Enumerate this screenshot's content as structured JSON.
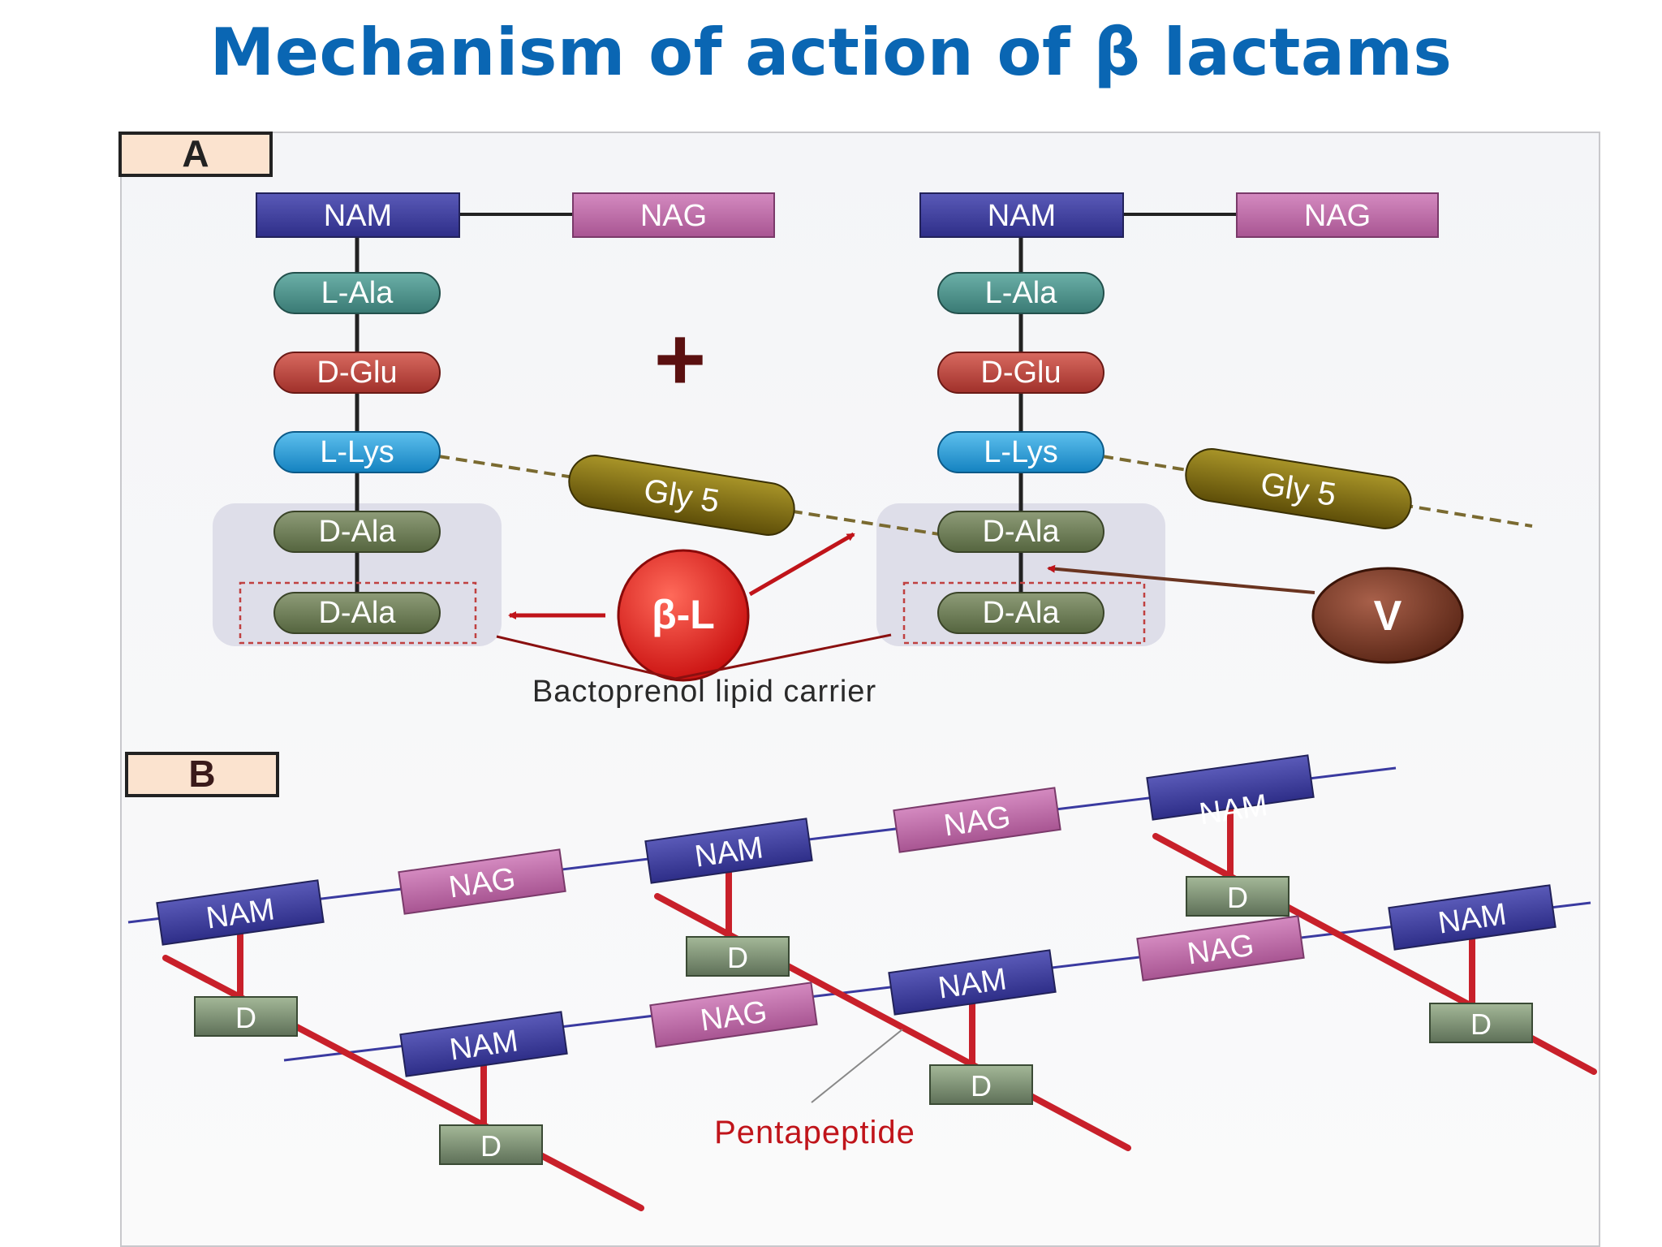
{
  "title": "Mechanism of action of β lactams",
  "panel_a": {
    "label": "A",
    "left_chain": {
      "nam": "NAM",
      "nag": "NAG",
      "residues": [
        "L-Ala",
        "D-Glu",
        "L-Lys",
        "D-Ala",
        "D-Ala"
      ]
    },
    "right_chain": {
      "nam": "NAM",
      "nag": "NAG",
      "residues": [
        "L-Ala",
        "D-Glu",
        "L-Lys",
        "D-Ala",
        "D-Ala"
      ]
    },
    "plus": "+",
    "gly_left": "Gly 5",
    "gly_right": "Gly 5",
    "beta_lactam": "β-L",
    "vancomycin": "V",
    "carrier_caption": "Bactoprenol lipid carrier"
  },
  "panel_b": {
    "label": "B",
    "nam": "NAM",
    "nag": "NAG",
    "d": "D",
    "caption": "Pentapeptide"
  },
  "colors": {
    "title": "#0a66b3",
    "nam": "#3a3a9a",
    "nag": "#b867a3",
    "l_ala": "#4a8e88",
    "d_glu": "#b8403a",
    "l_lys": "#1f9ad6",
    "d_ala": "#6a7a58",
    "gly": "#7a6a10",
    "beta_lactam": "#d81e1e",
    "vancomycin": "#7a3a28",
    "peptide_line": "#c8202a",
    "glycan_line": "#3a3aa0"
  }
}
